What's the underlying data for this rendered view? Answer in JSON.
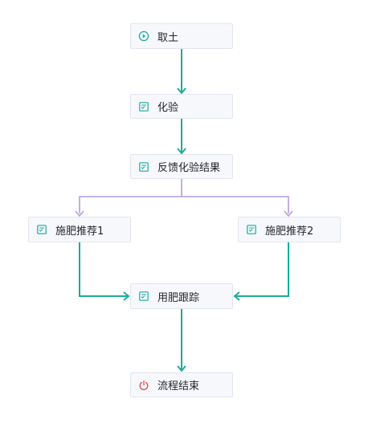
{
  "flow": {
    "nodes": [
      {
        "id": "start",
        "label": "取土",
        "icon": "play-circle-icon"
      },
      {
        "id": "test",
        "label": "化验",
        "icon": "form-icon"
      },
      {
        "id": "feedback",
        "label": "反馈化验结果",
        "icon": "form-icon"
      },
      {
        "id": "rec1",
        "label": "施肥推荐1",
        "icon": "form-icon"
      },
      {
        "id": "rec2",
        "label": "施肥推荐2",
        "icon": "form-icon"
      },
      {
        "id": "track",
        "label": "用肥跟踪",
        "icon": "form-icon"
      },
      {
        "id": "end",
        "label": "流程结束",
        "icon": "power-icon"
      }
    ],
    "edges": [
      {
        "from": "start",
        "to": "test"
      },
      {
        "from": "test",
        "to": "feedback"
      },
      {
        "from": "feedback",
        "to": "rec1"
      },
      {
        "from": "feedback",
        "to": "rec2"
      },
      {
        "from": "rec1",
        "to": "track"
      },
      {
        "from": "rec2",
        "to": "track"
      },
      {
        "from": "track",
        "to": "end"
      }
    ]
  },
  "colors": {
    "flow_edge": "#1aab9b",
    "branch_edge": "#b39ddb",
    "start_icon": "#1aab9b",
    "task_icon": "#1aab9b",
    "end_icon": "#e5484d"
  }
}
